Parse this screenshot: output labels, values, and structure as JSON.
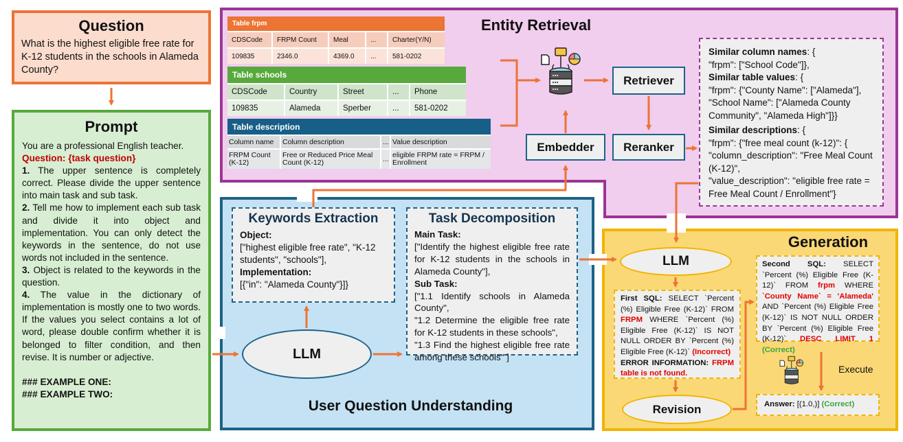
{
  "colors": {
    "orange": "#ec7434",
    "green": "#58a93c",
    "purple": "#9b3596",
    "blue": "#1c6287",
    "yellow": "#f1b400",
    "error_red": "#e00000",
    "correct_green": "#3ca33c"
  },
  "question": {
    "title": "Question",
    "text": "What is the highest eligible free rate for K-12 students in the schools in Alameda County?"
  },
  "prompt": {
    "title": "Prompt",
    "intro": "You are a professional English teacher.",
    "question_line": "Question: {task question}",
    "items": [
      {
        "num": "1.",
        "text": " The upper sentence is completely correct. Please divide the upper sentence into main task and sub task."
      },
      {
        "num": "2.",
        "text": " Tell me how to implement each sub task and divide it into object and implementation. You can only detect the keywords in the  sentence, do not use words not included in the sentence."
      },
      {
        "num": "3.",
        "text": " Object is related to the keywords in the question."
      },
      {
        "num": "4.",
        "text": " The value in the dictionary of implementation is mostly one to two words. If the values you select contains a lot of word, please double confirm whether it is belonged to filter condition, and then revise. It is number or adjective."
      }
    ],
    "example_one": "### EXAMPLE ONE:",
    "example_two": "### EXAMPLE TWO:"
  },
  "entity_retrieval": {
    "title": "Entity Retrieval",
    "tables": {
      "frpm": {
        "title": "Table frpm",
        "headers": [
          "CDSCode",
          "FRPM Count",
          "Meal",
          "...",
          "Charter(Y/N)"
        ],
        "row": [
          "109835",
          "2346.0",
          "4369.0",
          "...",
          "581-0202"
        ]
      },
      "schools": {
        "title": "Table schools",
        "headers": [
          "CDSCode",
          "Country",
          "Street",
          "...",
          "Phone"
        ],
        "row": [
          "109835",
          "Alameda",
          "Sperber",
          "...",
          "581-0202"
        ]
      },
      "description": {
        "title": "Table description",
        "headers": [
          "Column name",
          "Column description",
          "...",
          "Value description"
        ],
        "row": [
          "FRPM Count (K-12)",
          "Free or Reduced Price Meal Count (K-12)",
          "...",
          "eligible FRPM rate = FRPM / Enrollment"
        ]
      }
    },
    "database_icon": "database-icon",
    "retriever": "Retriever",
    "embedder": "Embedder",
    "reranker": "Reranker",
    "similar": {
      "col_label": "Similar column names",
      "col_value": ": {\n\"frpm\": [\"School Code\"]},",
      "val_label": "Similar table values",
      "val_value": ": {\n\"frpm\": {\"County Name\": [\"Alameda\"],\n\"School Name\": [\"Alameda County Community\", \"Alameda High\"]}}",
      "desc_label": "Similar descriptions",
      "desc_value": ": {\n\"frpm\": {\"free meal count (k-12)\": {\n\"column_description\": \"Free Meal Count (K-12)\",\n\"value_description\": \"eligible free rate = Free Meal Count / Enrollment\"}"
    }
  },
  "user_question_understanding": {
    "title": "User Question Understanding",
    "llm": "LLM",
    "keywords": {
      "title": "Keywords Extraction",
      "object_label": "Object:",
      "object_value": "[\"highest eligible free rate\", \"K-12 students\", \"schools\"],",
      "impl_label": "Implementation:",
      "impl_value": "[{\"in\": \"Alameda County\"}]}"
    },
    "task": {
      "title": "Task Decomposition",
      "main_label": "Main Task:",
      "main_value": "[\"Identify the highest eligible free rate for K-12 students in the schools in Alameda County\"],",
      "sub_label": "Sub Task:",
      "sub_values": [
        "[\"1.1 Identify schools in Alameda County\",",
        "\"1.2 Determine the eligible free rate for K-12 students in these schools\",",
        "\"1.3 Find the highest eligible free rate among these schools\" ]"
      ]
    }
  },
  "generation": {
    "title": "Generation",
    "llm": "LLM",
    "revision": "Revision",
    "execute": "Execute",
    "first_sql": {
      "label": "First SQL:",
      "part1": " SELECT `Percent (%) Eligible Free (K-12)` FROM ",
      "table": "FRPM",
      "part2": " WHERE `Percent (%) Eligible Free (K-12)` IS NOT NULL ORDER BY `Percent (%) Eligible Free (K-12)` ",
      "verdict": "(Incorrect)",
      "error_label": "ERROR INFORMATION: ",
      "error_text": "FRPM table is not found."
    },
    "second_sql": {
      "label": "Second SQL:",
      "part1": " SELECT `Percent (%) Eligible Free (K-12)` FROM ",
      "table": "frpm",
      "part2": " WHERE ",
      "cond": "`County Name` = 'Alameda'",
      "part3": " AND `Percent (%) Eligible Free (K-12)` IS NOT NULL ORDER BY `Percent (%) Eligible Free (K-12)` ",
      "order": "DESC LIMIT 1",
      "verdict": "(Correct)"
    },
    "answer": {
      "label": "Answer:",
      "value": " [(1.0,)] ",
      "verdict": "(Correct)"
    }
  }
}
